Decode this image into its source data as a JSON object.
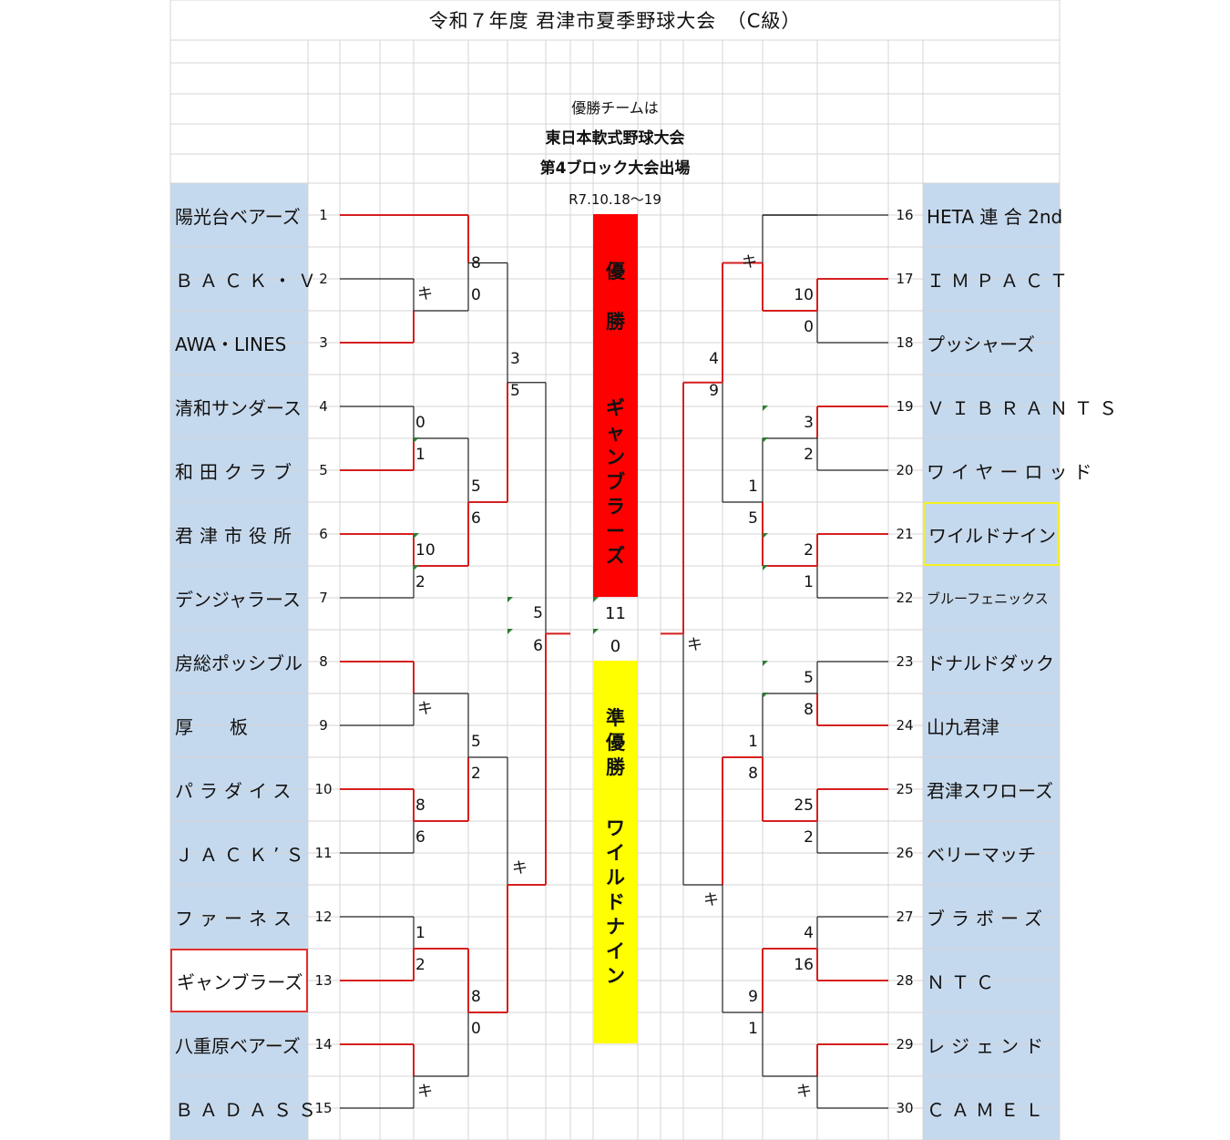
{
  "title": "令和７年度 君津市夏季野球大会　（C級）",
  "info": {
    "line1": "優勝チームは",
    "line2": "東日本軟式野球大会",
    "line3": "第4ブロック大会出場",
    "line4": "R7.10.18～19"
  },
  "champion": {
    "label": "優勝",
    "team": "ギャンブラーズ"
  },
  "runner_up": {
    "label": "準優勝",
    "team": "ワイルドナイン"
  },
  "final_scores": {
    "top": "11",
    "bottom": "0"
  },
  "left_teams": [
    {
      "seed": "1",
      "name": "陽光台ベアーズ"
    },
    {
      "seed": "2",
      "name": "ＢＡＣＫ・Ｖ"
    },
    {
      "seed": "3",
      "name": "AWA・LINES"
    },
    {
      "seed": "4",
      "name": "清和サンダース"
    },
    {
      "seed": "5",
      "name": "和田クラブ"
    },
    {
      "seed": "6",
      "name": "君津市役所"
    },
    {
      "seed": "7",
      "name": "デンジャラース"
    },
    {
      "seed": "8",
      "name": "房総ポッシブル"
    },
    {
      "seed": "9",
      "name": "厚　　板"
    },
    {
      "seed": "10",
      "name": "パラダイス"
    },
    {
      "seed": "11",
      "name": "ＪＡＣＫ’Ｓ"
    },
    {
      "seed": "12",
      "name": "ファーネス"
    },
    {
      "seed": "13",
      "name": "ギャンブラーズ"
    },
    {
      "seed": "14",
      "name": "八重原ベアーズ"
    },
    {
      "seed": "15",
      "name": "ＢＡＤＡＳＳ"
    }
  ],
  "right_teams": [
    {
      "seed": "16",
      "name": "HETA 連 合 2nd"
    },
    {
      "seed": "17",
      "name": "ＩＭＰＡＣＴ"
    },
    {
      "seed": "18",
      "name": "プッシャーズ"
    },
    {
      "seed": "19",
      "name": "ＶＩＢＲＡＮＴＳ"
    },
    {
      "seed": "20",
      "name": "ワイヤーロッド"
    },
    {
      "seed": "21",
      "name": "ワイルドナイン"
    },
    {
      "seed": "22",
      "name": "ブルーフェニックス"
    },
    {
      "seed": "23",
      "name": "ドナルドダック"
    },
    {
      "seed": "24",
      "name": "山九君津"
    },
    {
      "seed": "25",
      "name": "君津スワローズ"
    },
    {
      "seed": "26",
      "name": "ベリーマッチ"
    },
    {
      "seed": "27",
      "name": "ブラボーズ"
    },
    {
      "seed": "28",
      "name": "ＮＴＣ"
    },
    {
      "seed": "29",
      "name": "レジェンド"
    },
    {
      "seed": "30",
      "name": "ＣＡＭＥＬ"
    }
  ],
  "left_scores": {
    "r1_2v3": [
      "キ"
    ],
    "r1_4v5": [
      "0",
      "1"
    ],
    "r1_6v7": [
      "10",
      "2"
    ],
    "r1_8v9": [
      "キ"
    ],
    "r1_10v11": [
      "8",
      "6"
    ],
    "r1_12v13": [
      "1",
      "2"
    ],
    "r1_14v15": [
      "キ"
    ],
    "r2_a": [
      "8",
      "0"
    ],
    "r2_b": [
      "5",
      "6"
    ],
    "r2_c": [
      "5",
      "2"
    ],
    "r2_d": [
      "8",
      "0"
    ],
    "r3_a": [
      "3",
      "5"
    ],
    "r3_b": [
      "キ"
    ],
    "semi": [
      "5",
      "6"
    ]
  },
  "right_scores": {
    "r1_17v18": [
      "10",
      "0"
    ],
    "r1_19v20": [
      "3",
      "2"
    ],
    "r1_21v22": [
      "2",
      "1"
    ],
    "r1_23v24": [
      "5",
      "8"
    ],
    "r1_25v26": [
      "25",
      "2"
    ],
    "r1_27v28": [
      "4",
      "16"
    ],
    "r1_29v30": [
      "キ"
    ],
    "r2_a": [
      "キ"
    ],
    "r2_b": [
      "1",
      "5"
    ],
    "r2_c": [
      "1",
      "8"
    ],
    "r2_d": [
      "9",
      "1"
    ],
    "r3_a": [
      "4",
      "9"
    ],
    "r3_b": [
      "キ"
    ],
    "semi": [
      "キ"
    ]
  }
}
